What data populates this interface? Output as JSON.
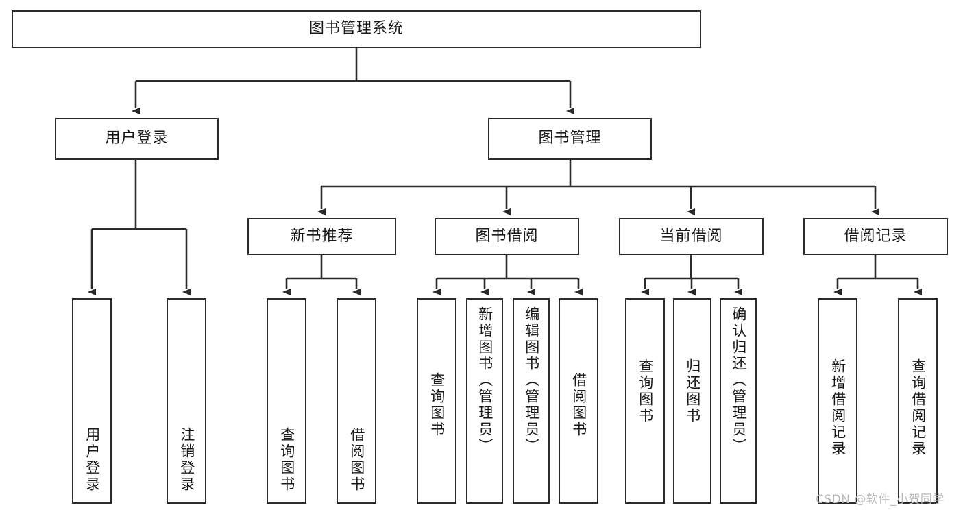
{
  "diagram": {
    "type": "tree-hierarchy",
    "title": "图书管理系统",
    "root": {
      "id": "root",
      "label": "图书管理系统",
      "orientation": "horizontal"
    },
    "level1": [
      {
        "id": "user-login",
        "label": "用户登录",
        "orientation": "horizontal"
      },
      {
        "id": "book-manage",
        "label": "图书管理",
        "orientation": "horizontal"
      }
    ],
    "level2": [
      {
        "id": "new-book-rec",
        "label": "新书推荐",
        "orientation": "horizontal",
        "parent": "book-manage"
      },
      {
        "id": "book-borrow",
        "label": "图书借阅",
        "orientation": "horizontal",
        "parent": "book-manage"
      },
      {
        "id": "current-borrow",
        "label": "当前借阅",
        "orientation": "horizontal",
        "parent": "book-manage"
      },
      {
        "id": "borrow-record",
        "label": "借阅记录",
        "orientation": "horizontal",
        "parent": "book-manage"
      }
    ],
    "leaves": [
      {
        "id": "leaf-user-login",
        "label": "用户登录",
        "orientation": "vertical",
        "parent": "user-login"
      },
      {
        "id": "leaf-user-logout",
        "label": "注销登录",
        "orientation": "vertical",
        "parent": "user-login"
      },
      {
        "id": "leaf-query-book-1",
        "label": "查询图书",
        "orientation": "vertical",
        "parent": "new-book-rec"
      },
      {
        "id": "leaf-borrow-book-1",
        "label": "借阅图书",
        "orientation": "vertical",
        "parent": "new-book-rec"
      },
      {
        "id": "leaf-query-book-2",
        "label": "查询图书",
        "orientation": "vertical",
        "parent": "book-borrow"
      },
      {
        "id": "leaf-add-book",
        "label": "新增图书（管理员）",
        "orientation": "vertical",
        "parent": "book-borrow"
      },
      {
        "id": "leaf-edit-book",
        "label": "编辑图书（管理员）",
        "orientation": "vertical",
        "parent": "book-borrow"
      },
      {
        "id": "leaf-borrow-book-2",
        "label": "借阅图书",
        "orientation": "vertical",
        "parent": "book-borrow"
      },
      {
        "id": "leaf-query-book-3",
        "label": "查询图书",
        "orientation": "vertical",
        "parent": "current-borrow"
      },
      {
        "id": "leaf-return-book",
        "label": "归还图书",
        "orientation": "vertical",
        "parent": "current-borrow"
      },
      {
        "id": "leaf-confirm-return",
        "label": "确认归还（管理员）",
        "orientation": "vertical",
        "parent": "current-borrow"
      },
      {
        "id": "leaf-add-record",
        "label": "新增借阅记录",
        "orientation": "vertical",
        "parent": "borrow-record"
      },
      {
        "id": "leaf-query-record",
        "label": "查询借阅记录",
        "orientation": "vertical",
        "parent": "borrow-record"
      }
    ]
  },
  "watermark": {
    "text": "CSDN @软件_小贺同学"
  },
  "colors": {
    "stroke": "#2b2b2b",
    "fill": "#ffffff",
    "text": "#1a1a1a",
    "watermark": "#b9b9b9"
  }
}
